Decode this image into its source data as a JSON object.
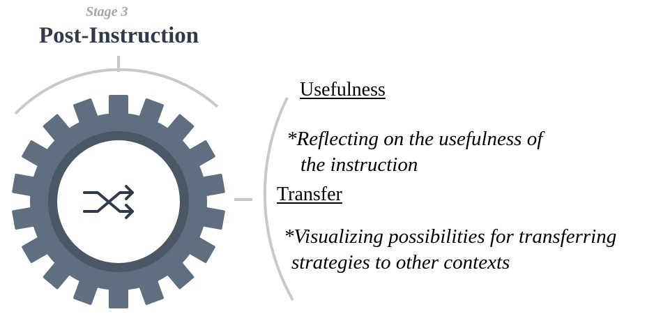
{
  "stage": {
    "label": "Stage 3",
    "title": "Post-Instruction"
  },
  "items": [
    {
      "heading": "Usefulness",
      "description_lines": [
        "*Reflecting on the usefulness of",
        "the instruction"
      ]
    },
    {
      "heading": "Transfer",
      "description_lines": [
        "*Visualizing possibilities for transferring",
        "strategies to other contexts"
      ]
    }
  ],
  "icon": "shuffle-icon",
  "colors": {
    "gear_outer": "#5f6f80",
    "gear_inner_ring": "#4a5765",
    "gear_center": "#ffffff",
    "icon": "#2f3b4a",
    "arc": "#c9c9c9",
    "title": "#2f3b4a",
    "stage_label": "#a5a5a5"
  }
}
